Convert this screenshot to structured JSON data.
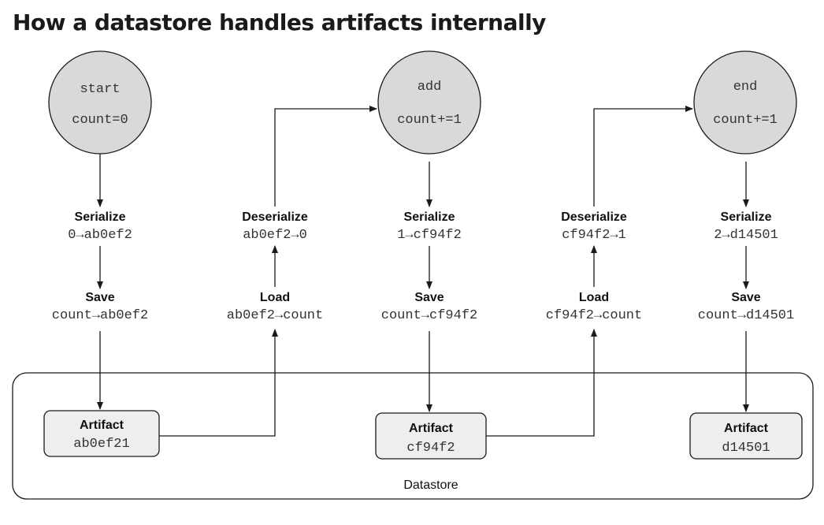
{
  "title": "How a datastore handles artifacts internally",
  "steps": [
    {
      "name": "start",
      "op": "count=0"
    },
    {
      "name": "add",
      "op": "count+=1"
    },
    {
      "name": "end",
      "op": "count+=1"
    }
  ],
  "serialize": [
    {
      "label": "Serialize",
      "value": "0→ab0ef2"
    },
    {
      "label": "Serialize",
      "value": "1→cf94f2"
    },
    {
      "label": "Serialize",
      "value": "2→d14501"
    }
  ],
  "save": [
    {
      "label": "Save",
      "value": "count→ab0ef2"
    },
    {
      "label": "Save",
      "value": "count→cf94f2"
    },
    {
      "label": "Save",
      "value": "count→d14501"
    }
  ],
  "deserialize": [
    {
      "label": "Deserialize",
      "value": "ab0ef2→0"
    },
    {
      "label": "Deserialize",
      "value": "cf94f2→1"
    }
  ],
  "load": [
    {
      "label": "Load",
      "value": "ab0ef2→count"
    },
    {
      "label": "Load",
      "value": "cf94f2→count"
    }
  ],
  "artifacts": [
    {
      "label": "Artifact",
      "id": "ab0ef21"
    },
    {
      "label": "Artifact",
      "id": "cf94f2"
    },
    {
      "label": "Artifact",
      "id": "d14501"
    }
  ],
  "datastore_label": "Datastore",
  "colors": {
    "node_fill": "#d9d9d9",
    "artifact_fill": "#eeeeee",
    "line": "#1a1a1a"
  }
}
